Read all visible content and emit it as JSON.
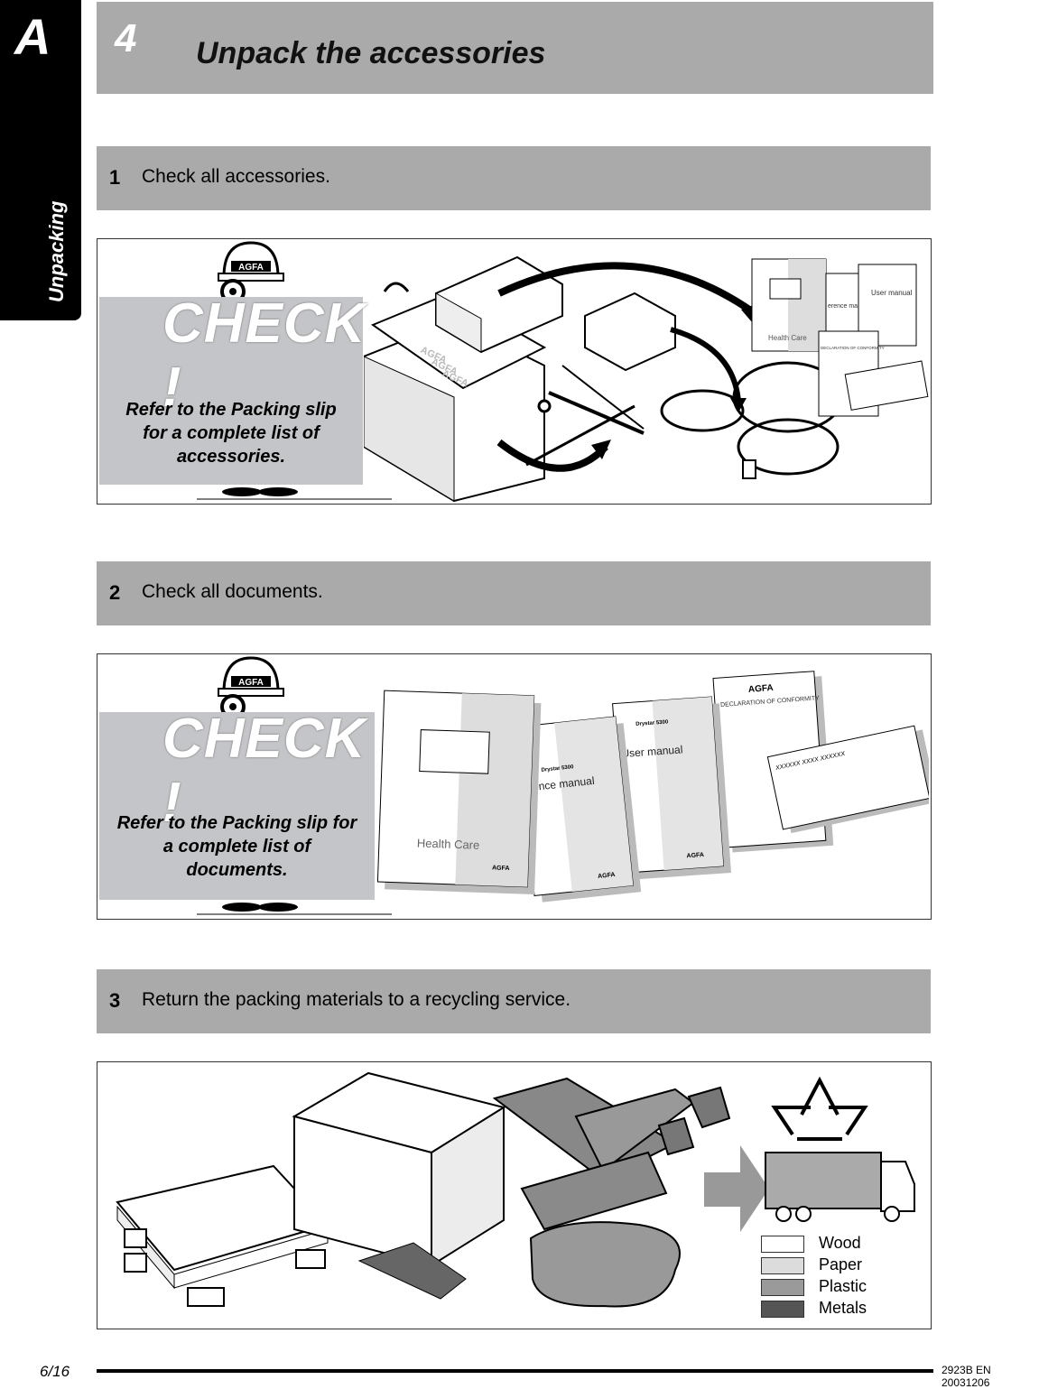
{
  "side_tab": {
    "letter": "A",
    "section": "Unpacking"
  },
  "title": {
    "number": "4",
    "text": "Unpack the accessories"
  },
  "steps": [
    {
      "number": "1",
      "text": "Check all accessories."
    },
    {
      "number": "2",
      "text": "Check all documents."
    },
    {
      "number": "3",
      "text": "Return the packing materials to a recycling service."
    }
  ],
  "panel1": {
    "check_label": "CHECK !",
    "note": "Refer to the Packing slip for a complete list of accessories.",
    "helmet_brand": "AGFA",
    "box_labels": [
      "AGFA",
      "AGFA",
      "AGFA"
    ],
    "doc_health_care": "Health Care",
    "doc_reference": "erence manual",
    "doc_user": "User manual",
    "doc_declaration": "DECLARATION OF CONFORMITY"
  },
  "panel2": {
    "check_label": "CHECK !",
    "note": "Refer to the Packing slip for a complete list of documents.",
    "helmet_brand": "AGFA",
    "doc_health_care": "Health Care",
    "doc_reference": "erence manual",
    "doc_reference_model": "Drystar 5300",
    "doc_user": "User manual",
    "doc_user_model": "Drystar 5300",
    "doc_declaration": "DECLARATION OF CONFORMITY",
    "brand": "AGFA",
    "placeholder_row": "XXXXXX  XXXX  XXXXXX"
  },
  "panel3": {
    "legend": [
      {
        "label": "Wood",
        "color": "#ffffff"
      },
      {
        "label": "Paper",
        "color": "#dcdcdc"
      },
      {
        "label": "Plastic",
        "color": "#9a9a9a"
      },
      {
        "label": "Metals",
        "color": "#555555"
      }
    ]
  },
  "footer": {
    "page": "6/16",
    "code": "2923B EN 20031206"
  }
}
